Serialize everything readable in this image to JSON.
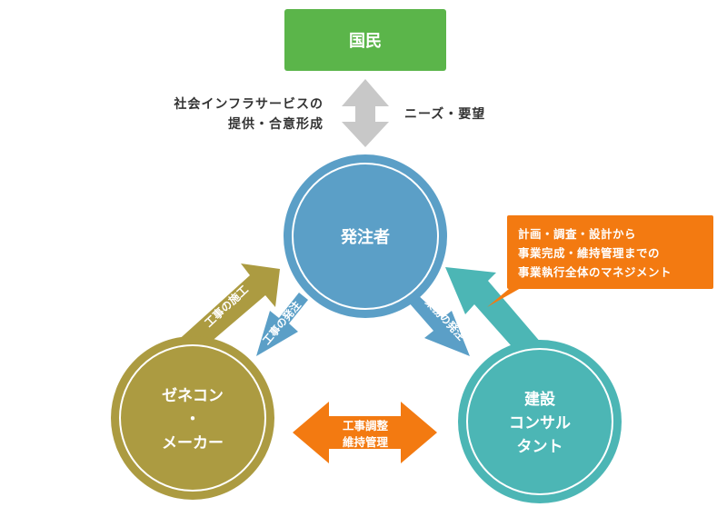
{
  "top_box": {
    "label": "国民"
  },
  "left_caption": {
    "line1": "社会インフラサービスの",
    "line2": "提供・合意形成"
  },
  "right_caption": {
    "text": "ニーズ・要望"
  },
  "center": {
    "label": "発注者"
  },
  "left_circle": {
    "line1": "ゼネコン",
    "line2": "・",
    "line3": "メーカー"
  },
  "right_circle": {
    "line1": "建設",
    "line2": "コンサル",
    "line3": "タント"
  },
  "arrows": {
    "left_up": "工事の施工",
    "left_down": "工事の発注",
    "right_down": "業務の発注"
  },
  "middle_arrow": {
    "line1": "工事調整",
    "line2": "維持管理"
  },
  "callout": {
    "line1": "計画・調査・設計から",
    "line2": "事業完成・維持管理までの",
    "line3": "事業執行全体のマネジメント"
  },
  "colors": {
    "green": "#5bb54a",
    "blue": "#5b9fc7",
    "olive": "#ac9b41",
    "teal": "#4cb6b5",
    "orange": "#f37a11",
    "gray": "#c8c8c8"
  }
}
